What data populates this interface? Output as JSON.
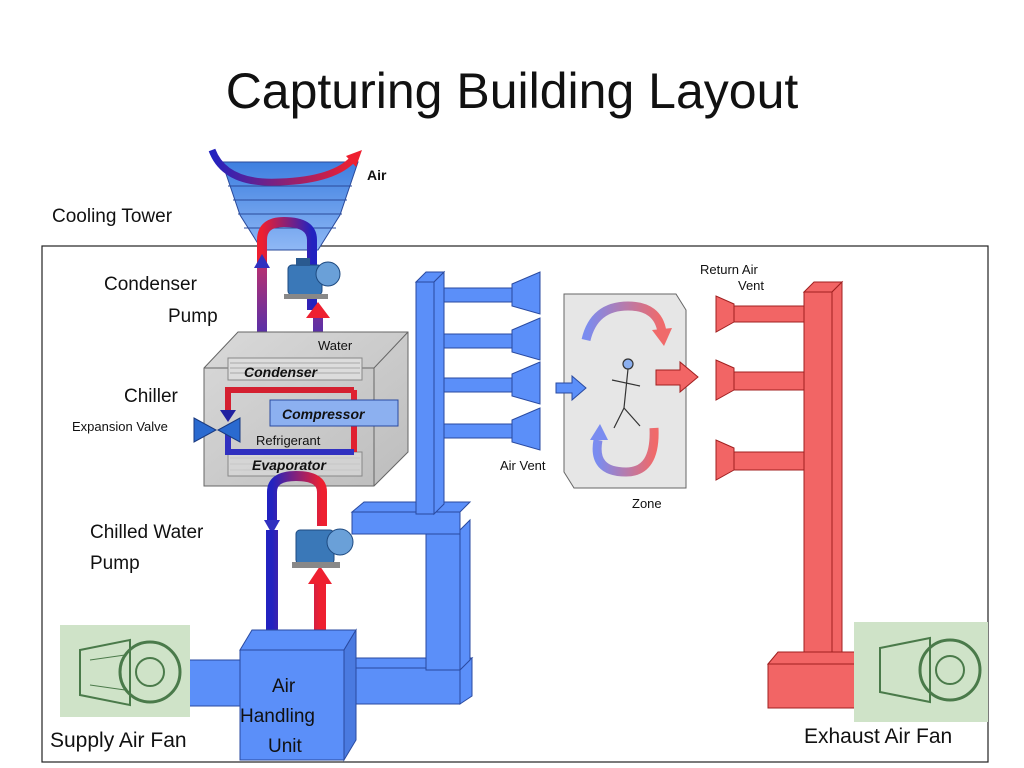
{
  "slide": {
    "title": "Capturing Building Layout"
  },
  "labels": {
    "air": "Air",
    "cooling_tower": "Cooling Tower",
    "condenser_pump_1": "Condenser",
    "condenser_pump_2": "Pump",
    "water": "Water",
    "condenser": "Condenser",
    "chiller": "Chiller",
    "compressor": "Compressor",
    "expansion_valve": "Expansion Valve",
    "refrigerant": "Refrigerant",
    "evaporator": "Evaporator",
    "chilled_water_pump_1": "Chilled Water",
    "chilled_water_pump_2": "Pump",
    "ahu_1": "Air",
    "ahu_2": "Handling",
    "ahu_3": "Unit",
    "supply_air_fan": "Supply Air Fan",
    "exhaust_air_fan": "Exhaust Air Fan",
    "air_vent": "Air Vent",
    "zone": "Zone",
    "return_air_vent_1": "Return Air",
    "return_air_vent_2": "Vent"
  },
  "colors": {
    "supply_duct": "#5b8ff9",
    "return_duct": "#f26565",
    "chiller_box": "#c8c8c8",
    "hot": "#e8202a",
    "cold": "#2c2cc8"
  }
}
